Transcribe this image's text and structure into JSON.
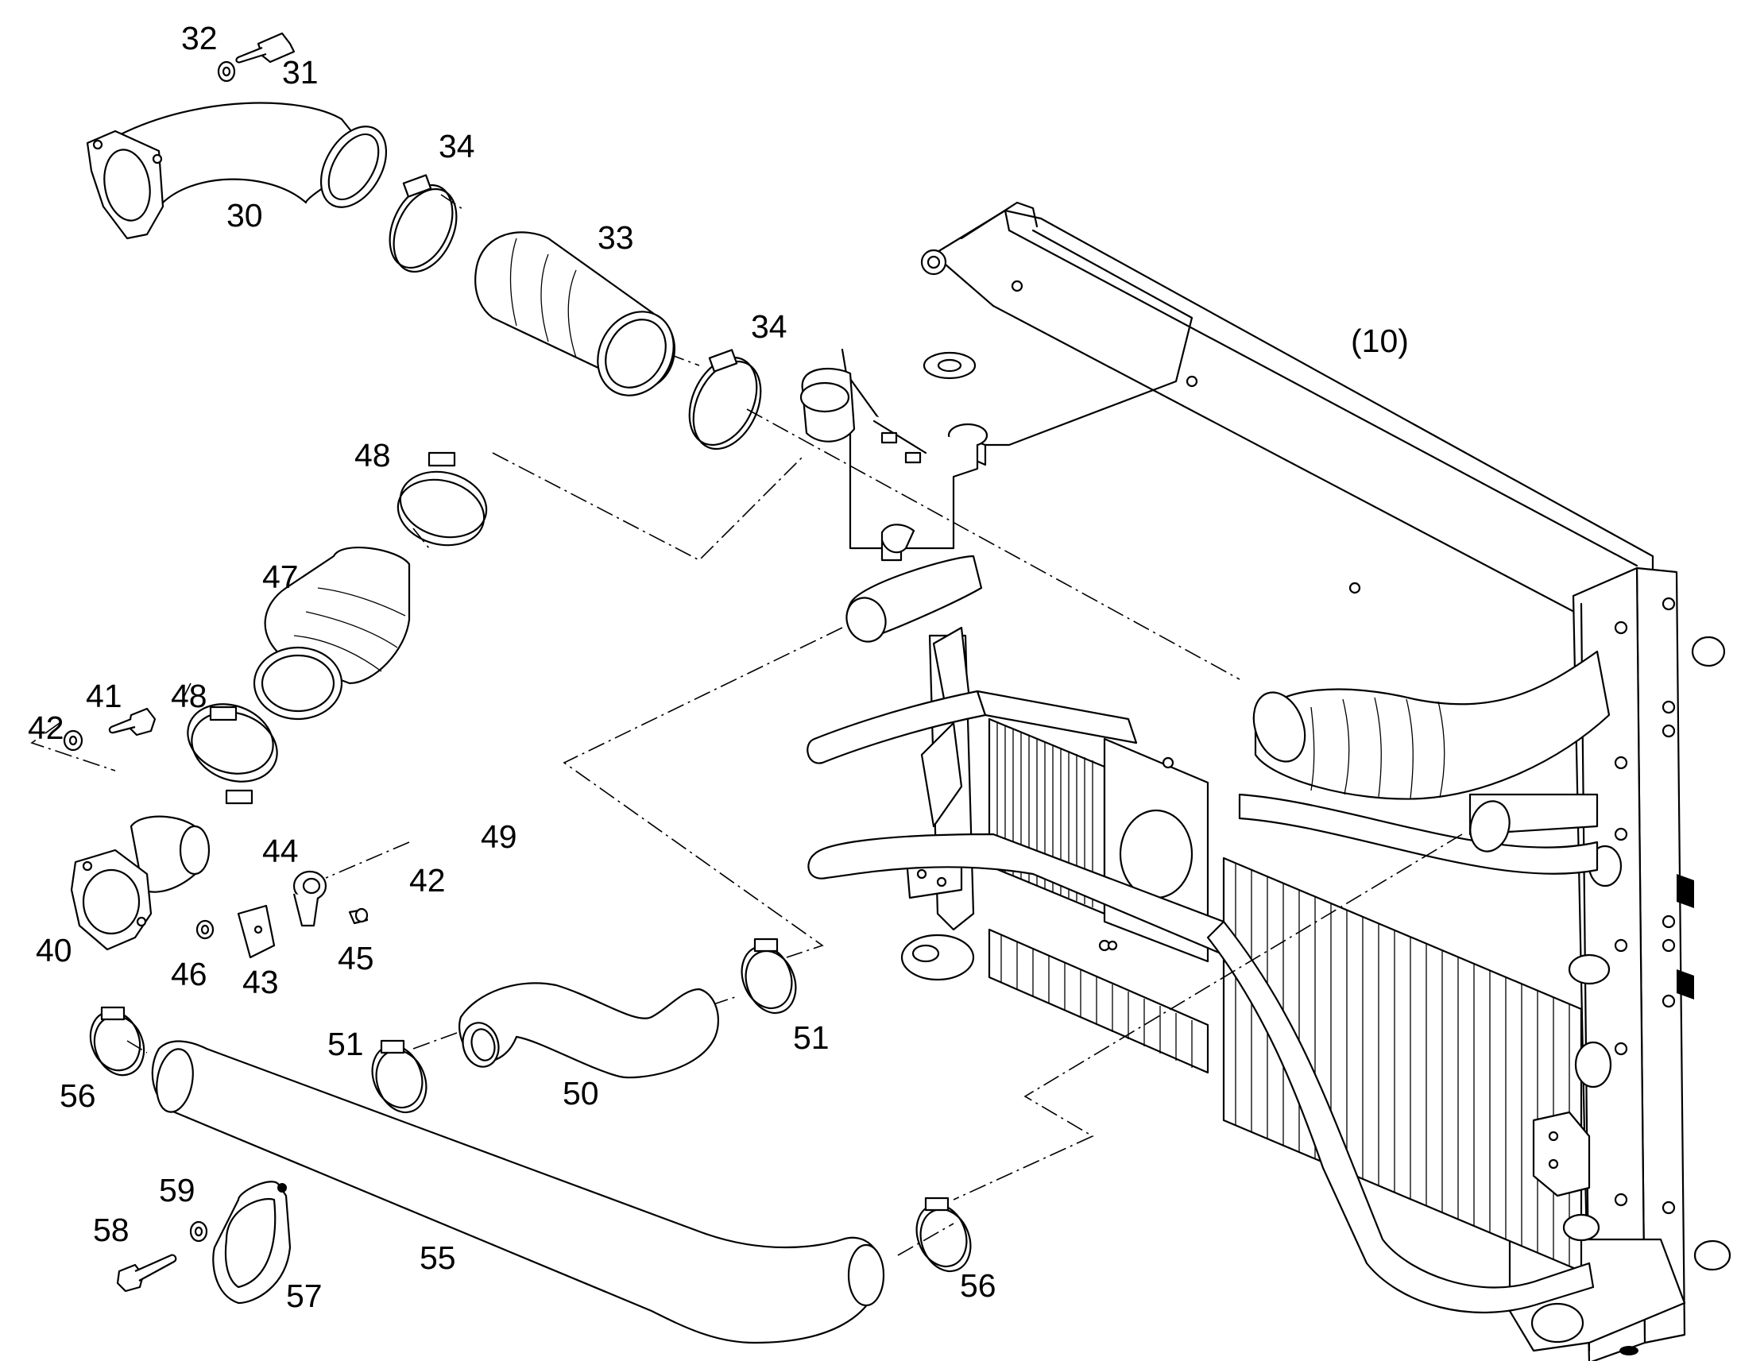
{
  "labels": {
    "p30": "30",
    "p31": "31",
    "p32": "32",
    "p33": "33",
    "p34a": "34",
    "p34b": "34",
    "p10": "(10)",
    "p48a": "48",
    "p47": "47",
    "p48b": "48",
    "p41": "41",
    "p42a": "42",
    "p40": "40",
    "p44": "44",
    "p49": "49",
    "p42b": "42",
    "p46": "46",
    "p43": "43",
    "p45": "45",
    "p51a": "51",
    "p51b": "51",
    "p50": "50",
    "p56a": "56",
    "p55": "55",
    "p59": "59",
    "p58": "58",
    "p57": "57",
    "p56b": "56"
  }
}
